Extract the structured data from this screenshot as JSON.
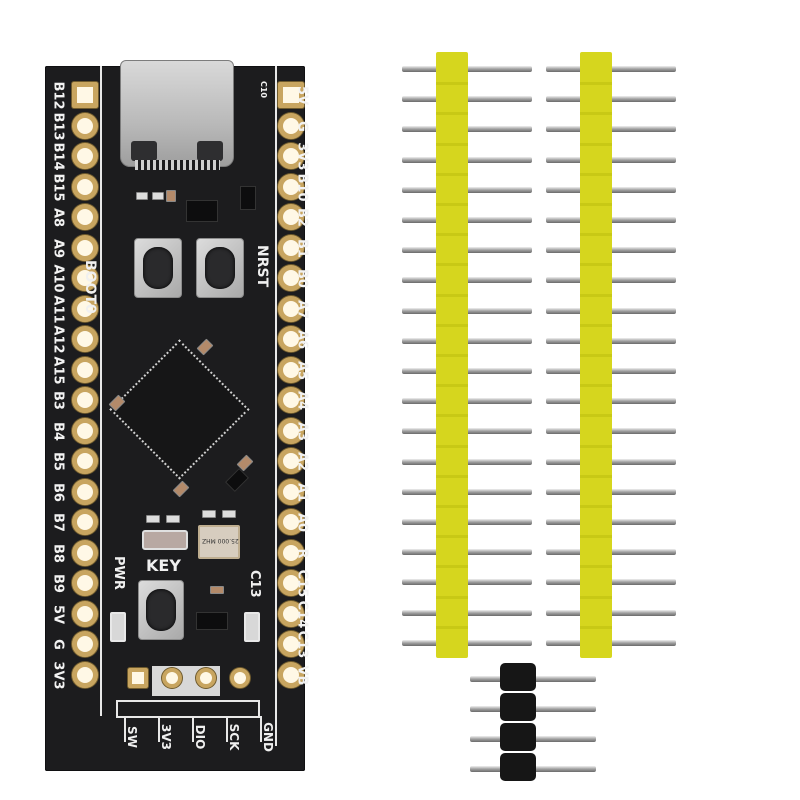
{
  "scene": {
    "description": "STM32 black pill development board with USB-C connector, plus two yellow 20-pin male headers and one black 4-pin male header",
    "colors": {
      "pcb": "#1c1c1e",
      "pad_gold": "#c8a560",
      "header_yellow": "#d6d61e",
      "header_black": "#161616",
      "pin_silver": "#b0b0b0"
    }
  },
  "board": {
    "left_pins": [
      "B12",
      "B13",
      "B14",
      "B15",
      "A8",
      "A9",
      "A10",
      "A11",
      "A12",
      "A15",
      "B3",
      "B4",
      "B5",
      "B6",
      "B7",
      "B8",
      "B9",
      "5V",
      "G",
      "3V3"
    ],
    "right_pins": [
      "5V",
      "G",
      "3V3",
      "B10",
      "B2",
      "B1",
      "B0",
      "A7",
      "A6",
      "A5",
      "A4",
      "A3",
      "A2",
      "A1",
      "A0",
      "R",
      "C15",
      "C14",
      "C13",
      "VB"
    ],
    "swd_pins": [
      "SW",
      "3V3",
      "DIO",
      "SCK",
      "GND"
    ],
    "labels": {
      "boot_button": "BOOT0",
      "reset_button": "NRST",
      "key_button": "KEY",
      "power_led": "PWR",
      "user_led": "C13",
      "crystal": "25.000 MHZ",
      "cap_label": "C10"
    }
  },
  "headers": {
    "yellow_header_count": 2,
    "yellow_header_pins": 20,
    "black_header_pins": 4
  }
}
